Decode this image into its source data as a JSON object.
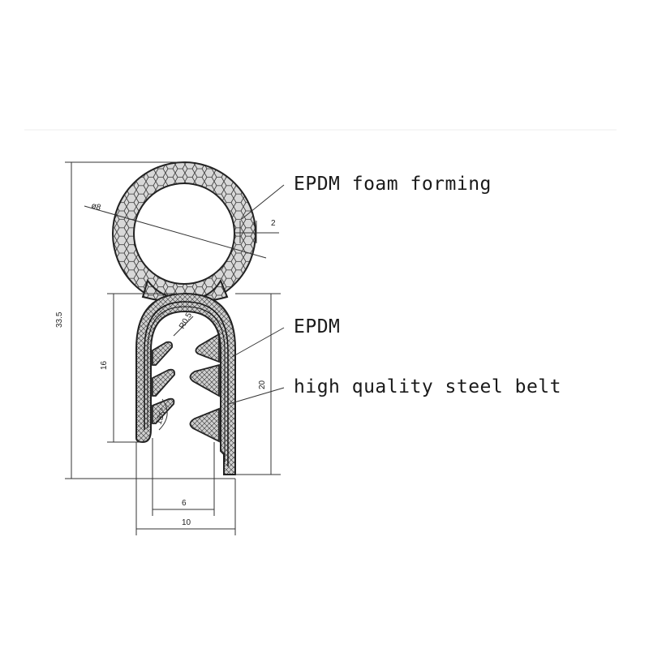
{
  "labels": {
    "foam": "EPDM foam forming",
    "epdm": "EPDM",
    "steel": "high quality steel belt"
  },
  "dimensions": {
    "bulb_diameter": "ø8",
    "wall_thickness": "2",
    "total_height": "33.5",
    "inner_height": "16",
    "outer_height": "20",
    "inner_width": "6",
    "outer_width": "10",
    "radius": "R0.5",
    "angle": "135°"
  },
  "colors": {
    "line": "#222222",
    "fill": "#cfcfcf",
    "background": "#ffffff"
  }
}
